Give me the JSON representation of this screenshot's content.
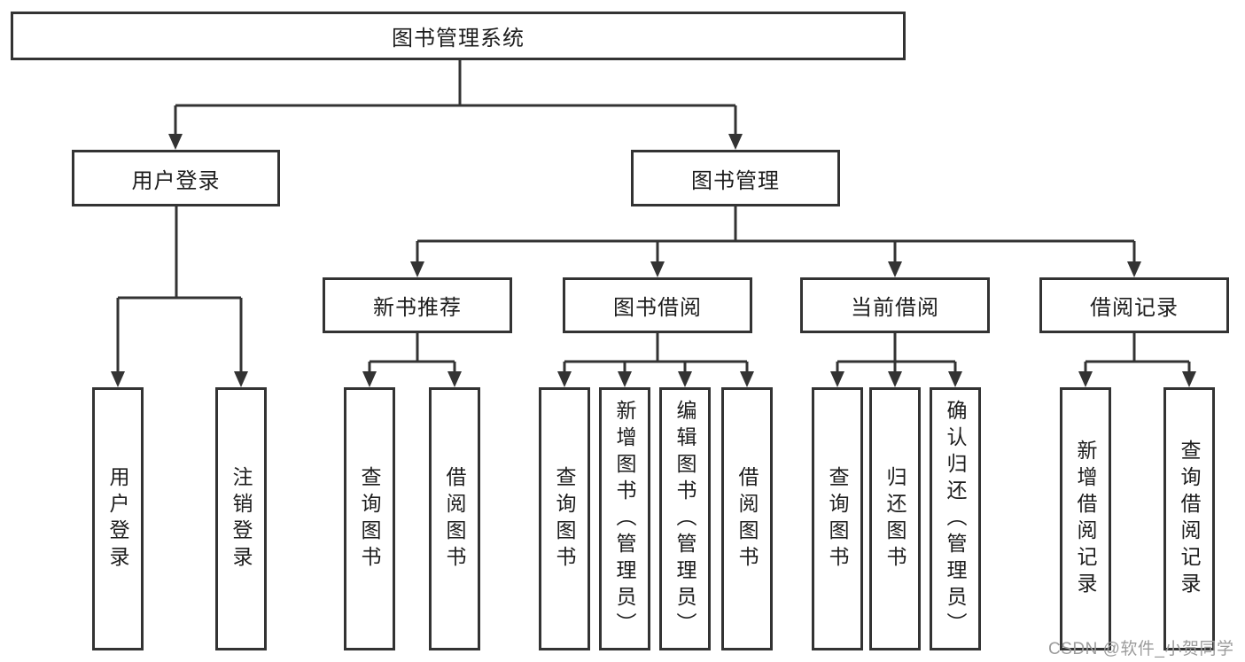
{
  "colors": {
    "line": "#333333",
    "box_border": "#333333",
    "text": "#1d1d1d",
    "watermark": "#9c9c9c",
    "background": "#ffffff"
  },
  "root": {
    "label": "图书管理系统"
  },
  "level2": [
    {
      "label": "用户登录"
    },
    {
      "label": "图书管理"
    }
  ],
  "level3": [
    {
      "label": "新书推荐"
    },
    {
      "label": "图书借阅"
    },
    {
      "label": "当前借阅"
    },
    {
      "label": "借阅记录"
    }
  ],
  "leaves": [
    {
      "label": "用户登录"
    },
    {
      "label": "注销登录"
    },
    {
      "label": "查询图书"
    },
    {
      "label": "借阅图书"
    },
    {
      "label": "查询图书"
    },
    {
      "label": "新增图书（管理员）"
    },
    {
      "label": "编辑图书（管理员）"
    },
    {
      "label": "借阅图书"
    },
    {
      "label": "查询图书"
    },
    {
      "label": "归还图书"
    },
    {
      "label": "确认归还（管理员）"
    },
    {
      "label": "新增借阅记录"
    },
    {
      "label": "查询借阅记录"
    }
  ],
  "watermark": "CSDN @软件_小贺同学"
}
